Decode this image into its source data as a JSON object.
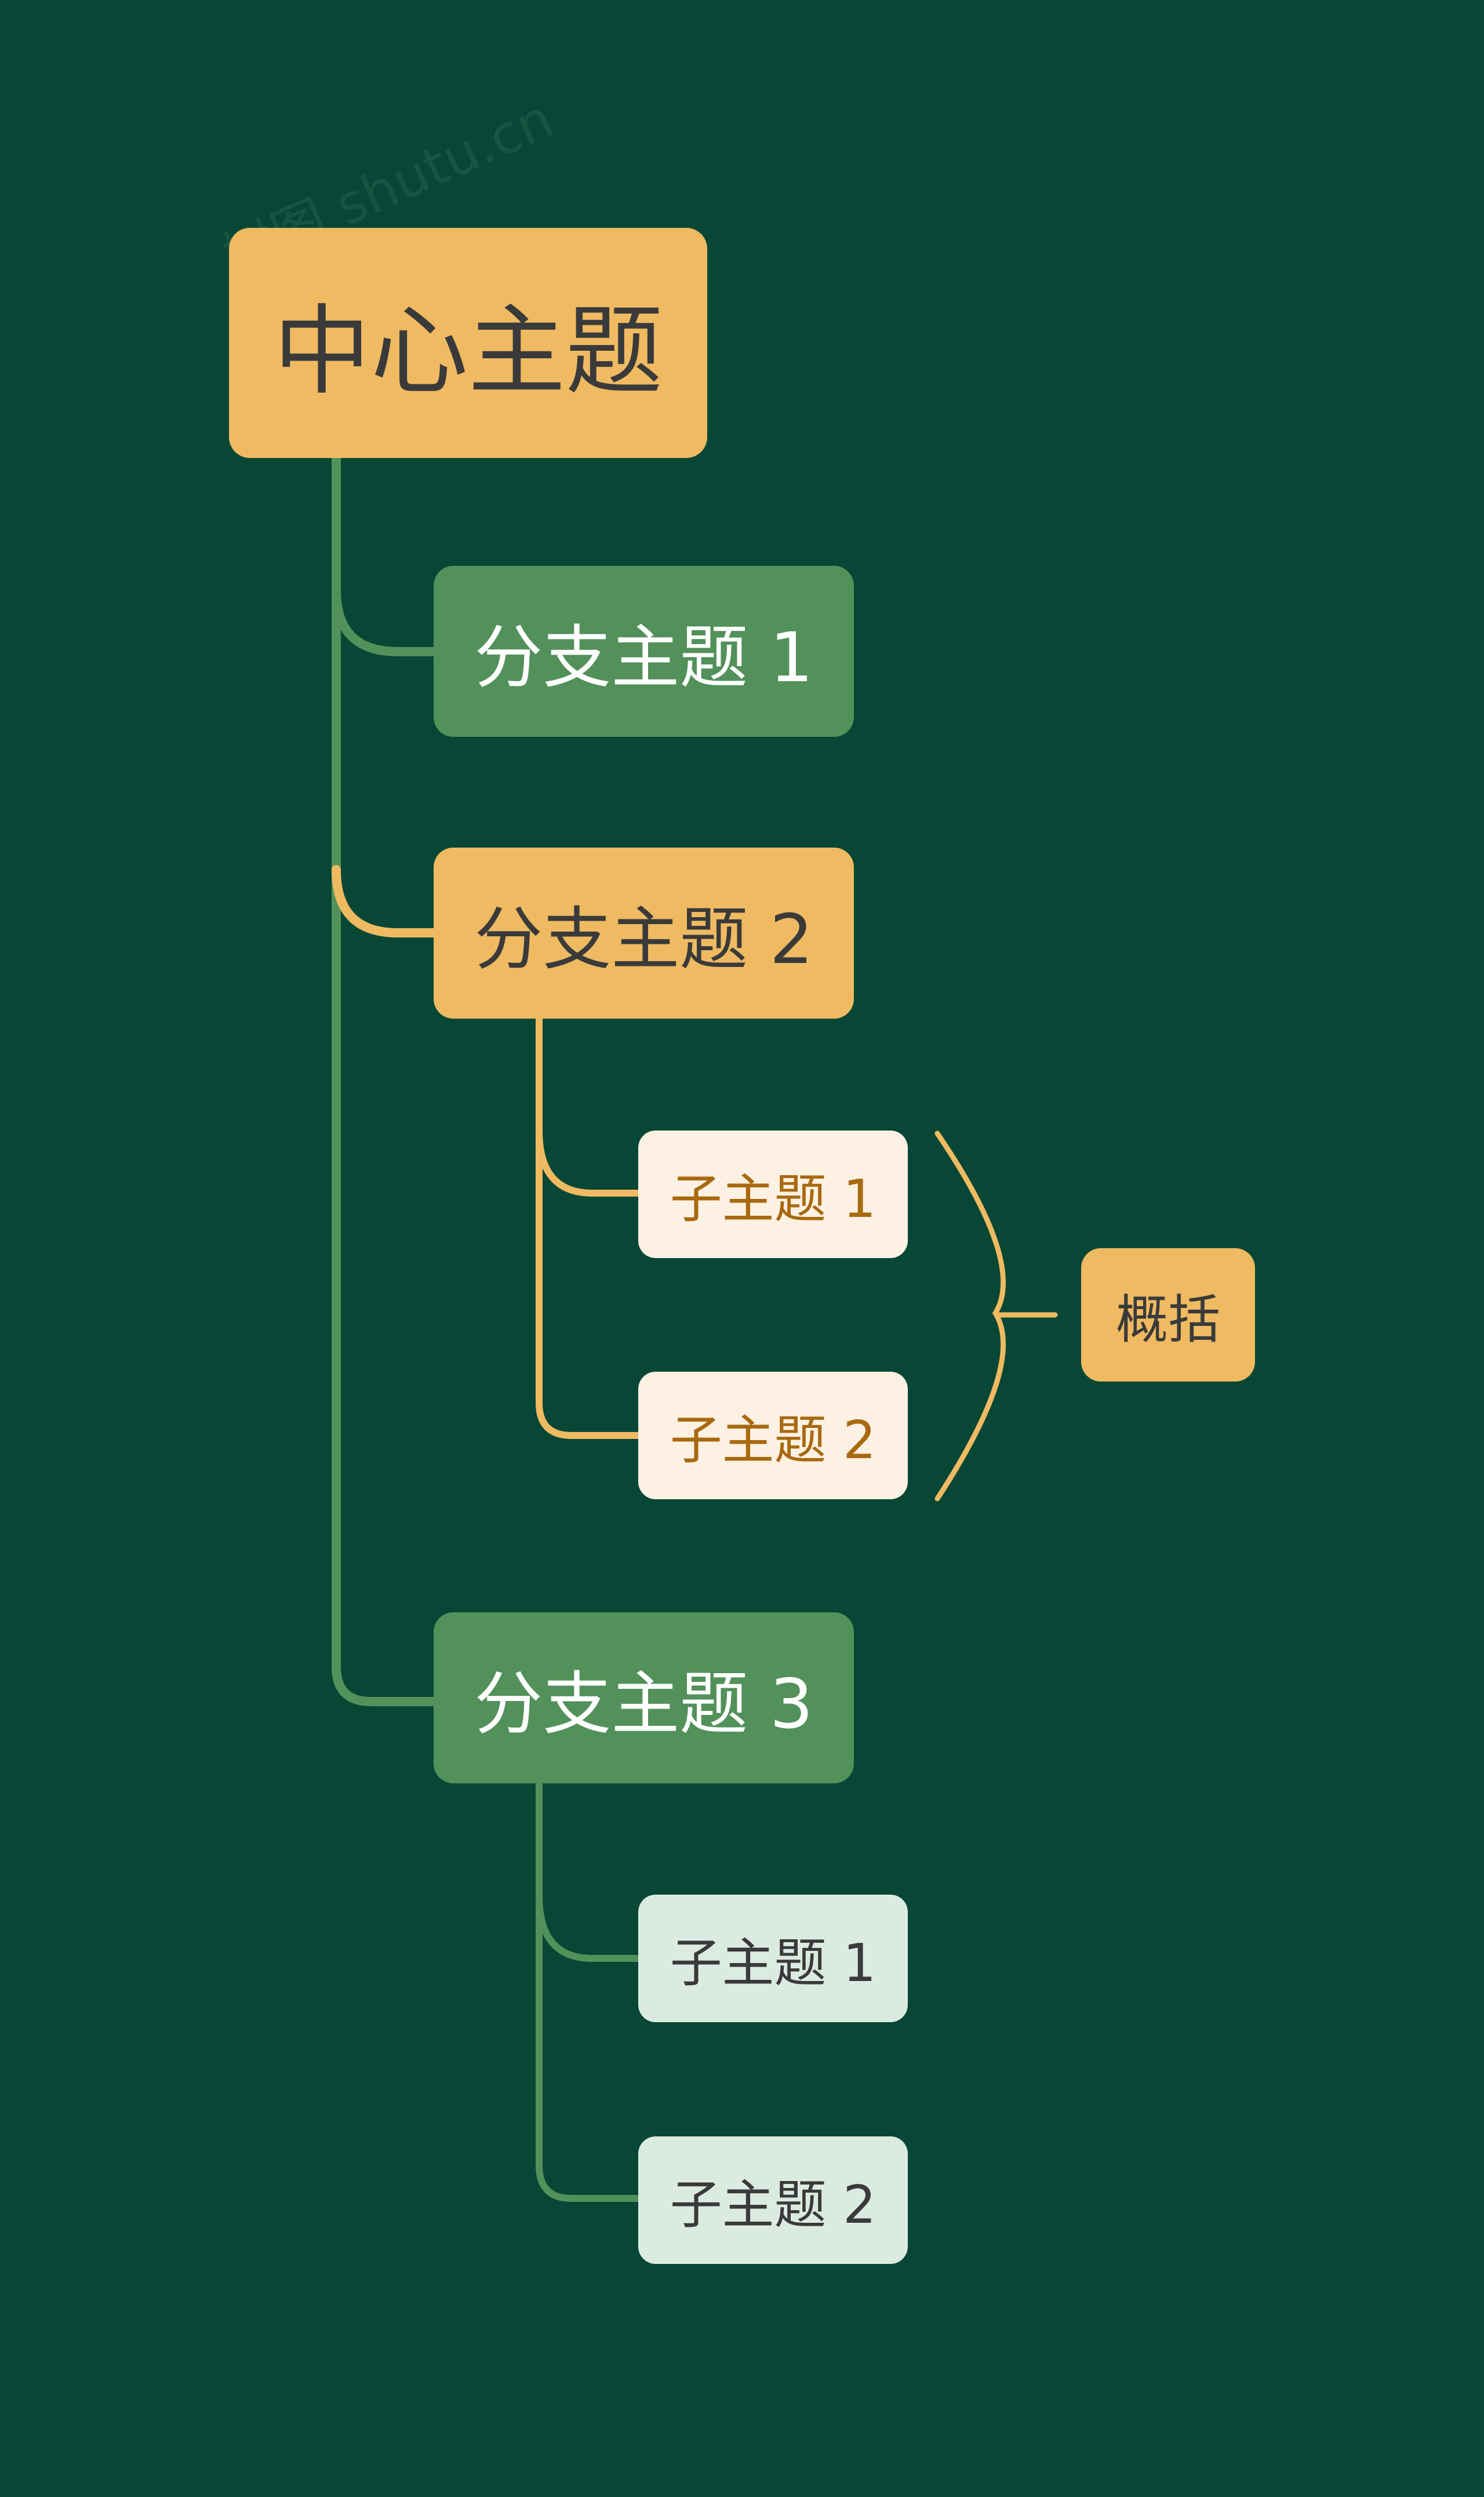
{
  "colors": {
    "background": "#084735",
    "orange": "#EFBA61",
    "green": "#52915A",
    "light_orange": "#FCF1E3",
    "light_green": "#DCEBE1",
    "dark_text": "#3A3A3A",
    "white_text": "#FFFFFF",
    "brown_text": "#A8690F",
    "green_line": "#52915A",
    "orange_line": "#EFBA61"
  },
  "mindmap": {
    "root": {
      "label": "中心主题"
    },
    "branches": [
      {
        "label": "分支主题 1",
        "style": "green",
        "children": []
      },
      {
        "label": "分支主题 2",
        "style": "orange",
        "children": [
          {
            "label": "子主题 1"
          },
          {
            "label": "子主题 2"
          }
        ]
      },
      {
        "label": "分支主题 3",
        "style": "green",
        "children": [
          {
            "label": "子主题 1"
          },
          {
            "label": "子主题 2"
          }
        ]
      }
    ],
    "summary": {
      "label": "概括",
      "of_branch": 2
    }
  },
  "watermark": {
    "text": "树图 shutu.cn"
  }
}
